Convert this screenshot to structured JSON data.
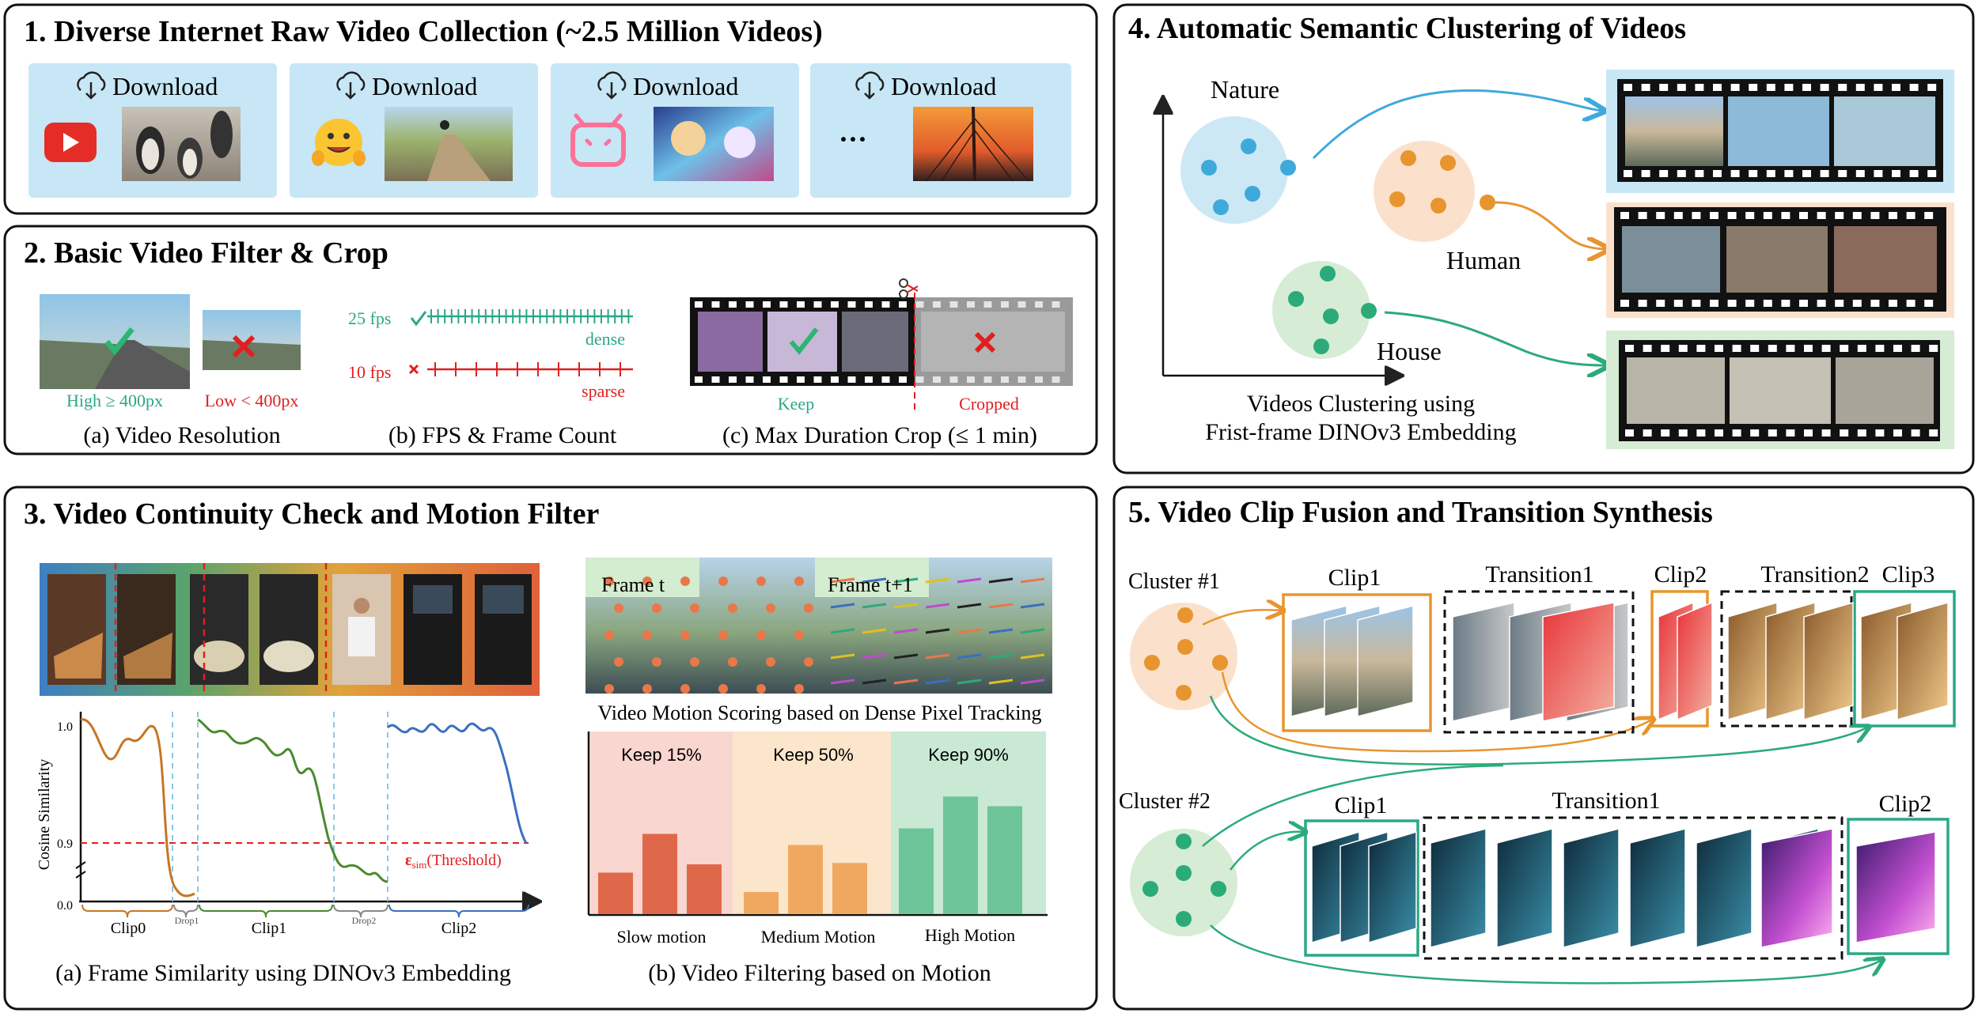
{
  "p1": {
    "title": "1. Diverse Internet Raw Video Collection (~2.5 Million Videos)",
    "download_label": "Download",
    "ellipsis": "···"
  },
  "p2": {
    "title": "2. Basic Video Filter & Crop",
    "high_label": "High ≥ 400px",
    "low_label": "Low < 400px",
    "fps25": "25 fps",
    "fps10": "10 fps",
    "dense": "dense",
    "sparse": "sparse",
    "keep": "Keep",
    "cropped": "Cropped",
    "cap_a": "(a) Video Resolution",
    "cap_b": "(b) FPS & Frame Count",
    "cap_c": "(c) Max Duration Crop (≤ 1 min)"
  },
  "p3": {
    "title": "3. Video Continuity Check and Motion Filter",
    "ylabel": "Cosine Similarity",
    "tick_top": "1.0",
    "tick_mid": "0.9",
    "tick_bot": "0.0",
    "threshold_eps": "ε",
    "threshold_sub": "sim",
    "threshold_rest": "(Threshold)",
    "clip0": "Clip0",
    "drop1": "Drop1",
    "clip1": "Clip1",
    "drop2": "Drop2",
    "clip2": "Clip2",
    "cap_a": "(a) Frame Similarity using DINOv3 Embedding",
    "frame_t": "Frame t",
    "frame_t1": "Frame t+1",
    "motion_caption": "Video Motion Scoring based on Dense Pixel Tracking",
    "keep_slow": "Keep 15%",
    "keep_med": "Keep 50%",
    "keep_high": "Keep 90%",
    "slow": "Slow motion",
    "medium": "Medium Motion",
    "high": "High Motion",
    "cap_b": "(b) Video Filtering based on Motion"
  },
  "p4": {
    "title": "4. Automatic Semantic Clustering of Videos",
    "nature": "Nature",
    "human": "Human",
    "house": "House",
    "cap_line1": "Videos Clustering using",
    "cap_line2": "Frist-frame DINOv3 Embedding"
  },
  "p5": {
    "title": "5. Video Clip Fusion and Transition Synthesis",
    "cluster1": "Cluster #1",
    "cluster2": "Cluster #2",
    "clip1": "Clip1",
    "transition1": "Transition1",
    "clip2": "Clip2",
    "transition2": "Transition2",
    "clip3": "Clip3",
    "c2_clip1": "Clip1",
    "c2_transition1": "Transition1",
    "c2_clip2": "Clip2"
  },
  "colors": {
    "blue": "#3fa9dc",
    "orange": "#e8952f",
    "green": "#2bab79",
    "red": "#e02020",
    "teal": "#2aa887"
  }
}
